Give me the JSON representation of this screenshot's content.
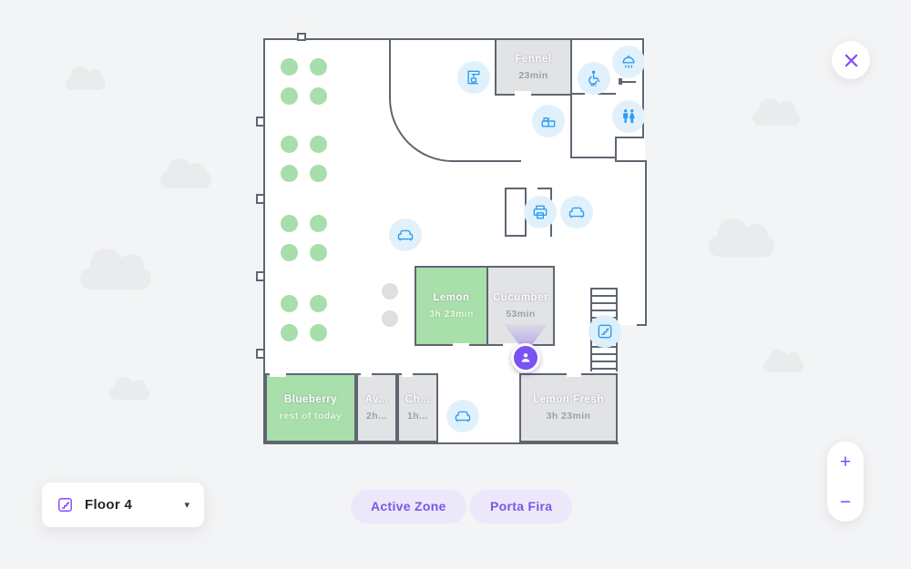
{
  "theme": {
    "background": "#f3f4f5",
    "accent_purple": "#7c4dff",
    "icon_blue": "#2e9df2",
    "room_green": "#a9dfab",
    "room_gray": "#e2e3e5",
    "wall_color": "#5f6672",
    "tag_pill_bg": "#ece7fa"
  },
  "close_button": {
    "icon": "close-icon"
  },
  "zoom_controls": {
    "zoom_in": "+",
    "zoom_out": "−"
  },
  "floor_selector": {
    "label": "Floor 4",
    "icon": "stairs-icon",
    "caret": "▾"
  },
  "tags": [
    {
      "label": "Active Zone"
    },
    {
      "label": "Porta Fira"
    }
  ],
  "rooms": [
    {
      "name": "Fennel",
      "status": "23min",
      "availability": "busy"
    },
    {
      "name": "Lemon",
      "status": "3h 23min",
      "availability": "free"
    },
    {
      "name": "Cucumber",
      "status": "53min",
      "availability": "busy"
    },
    {
      "name": "Blueberry",
      "status": "rest of today",
      "availability": "free"
    },
    {
      "name": "Av...",
      "status": "2h...",
      "availability": "busy"
    },
    {
      "name": "Ch...",
      "status": "1h...",
      "availability": "busy"
    },
    {
      "name": "Lemon Fresh",
      "status": "3h 23min",
      "availability": "busy"
    }
  ],
  "amenity_icons": [
    "coffee-machine-icon",
    "kitchen-icon",
    "accessible-wc-icon",
    "shower-icon",
    "toilets-icon",
    "printer-icon",
    "sofa-icon",
    "sofa-icon",
    "sofa-icon",
    "stairs-badge-icon"
  ],
  "desks": {
    "clusters": 4,
    "layout_per_cluster": "2x2",
    "total_desks": 16,
    "state": "available"
  },
  "user_pin": {
    "icon": "person-icon",
    "pointing_to": "Cucumber"
  }
}
